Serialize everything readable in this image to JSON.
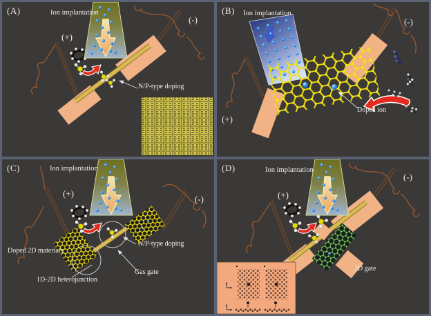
{
  "figure": {
    "panels": [
      {
        "id": "A",
        "label": "(A)",
        "beam_label": "Ion implantation",
        "electrode_plus": "(+)",
        "electrode_minus": "(-)",
        "annotations": {
          "doping": "N/P-type doping"
        }
      },
      {
        "id": "B",
        "label": "(B)",
        "beam_label": "Ion implantation",
        "electrode_plus": "(+)",
        "electrode_minus": "(-)",
        "annotations": {
          "doped_ion": "Doped ion"
        }
      },
      {
        "id": "C",
        "label": "(C)",
        "beam_label": "Ion implantation",
        "electrode_plus": "(+)",
        "electrode_minus": "(-)",
        "annotations": {
          "doped_2d": "Doped 2D materials",
          "doping": "N/P-type doping",
          "gas_gate": "Gas gate",
          "heterojunction": "1D-2D heterojunction"
        }
      },
      {
        "id": "D",
        "label": "(D)",
        "beam_label": "Ion implantation",
        "electrode_plus": "(+)",
        "electrode_minus": "(-)",
        "annotations": {
          "gate_2d": "2D gate"
        }
      }
    ],
    "colors": {
      "panel_background": "#3b3937",
      "frame": "#5b6274",
      "electrode_peach": "#f1b286",
      "nanowire_gold": "#d9bb52",
      "wire_brown": "#95572e",
      "ion_blue": "#2f8fe8",
      "arrow_red": "#e42b20",
      "lattice_yellow": "#ecd802",
      "lattice_green": "#5cb064",
      "inset_array_yellow": "#d0c24c",
      "inset_atomic_peach": "#f3a87d"
    }
  }
}
